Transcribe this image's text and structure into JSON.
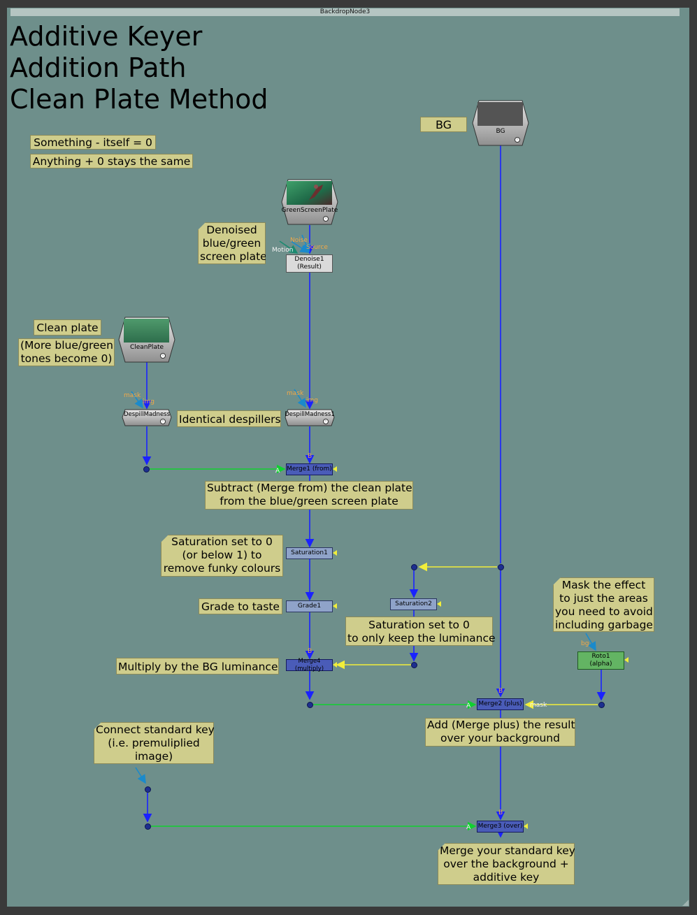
{
  "backdrop": {
    "title": "BackdropNode3"
  },
  "heading": [
    "Additive Keyer",
    "Addition Path",
    "Clean Plate Method"
  ],
  "notes": {
    "bg": "BG",
    "something": "Something - itself = 0",
    "anything": "Anything + 0 stays the same",
    "denoised": [
      "Denoised",
      "blue/green",
      "screen plate"
    ],
    "clean_plate": "Clean plate",
    "more_blue": [
      "(More blue/green",
      "tones become 0)"
    ],
    "identical": "Identical despillers",
    "subtract": [
      "Subtract (Merge from) the clean plate",
      "from the blue/green screen plate"
    ],
    "saturation1_note": [
      "Saturation set to 0",
      "(or below 1) to",
      "remove funky colours"
    ],
    "grade_note": "Grade to taste",
    "saturation2_note": [
      "Saturation set to 0",
      "to only keep the luminance"
    ],
    "multiply_note": "Multiply by the BG luminance",
    "mask_note": [
      "Mask the effect",
      "to just the areas",
      "you need to avoid",
      "including garbage"
    ],
    "add_note": [
      "Add (Merge plus) the result",
      "over your background"
    ],
    "connect_note": [
      "Connect standard key",
      "(i.e. premuliplied",
      "image)"
    ],
    "merge3_note": [
      "Merge your standard key",
      "over the background +",
      "additive key"
    ]
  },
  "nodes": {
    "bg": "BG",
    "greenscreen": "GreenScreenPlate",
    "denoise": [
      "Denoise1",
      "(Result)"
    ],
    "cleanplate": "CleanPlate",
    "despill1": "DespillMadness",
    "despill2": "DespillMadness1",
    "merge1": "Merge1 (from)",
    "saturation1": "Saturation1",
    "grade1": "Grade1",
    "saturation2": "Saturation2",
    "merge4": "Merge4 (multiply)",
    "roto1": [
      "Roto1",
      "(alpha)"
    ],
    "merge2": "Merge2 (plus)",
    "merge3": "Merge3 (over)"
  },
  "inputs": {
    "noise": "Noise",
    "motion": "Motion",
    "source": "Source",
    "mask": "mask",
    "img": "img",
    "b": "B",
    "a": "A",
    "bg": "bg"
  },
  "colors": {
    "backdrop": "#6e8f8b",
    "sticky": "#cfcd8c",
    "merge": "#4a5cb8",
    "color_node": "#8fa3c9",
    "roto": "#63b463",
    "pipe_b": "#1a22ff",
    "pipe_a": "#10d030",
    "pipe_mask": "#f2ee3a"
  }
}
